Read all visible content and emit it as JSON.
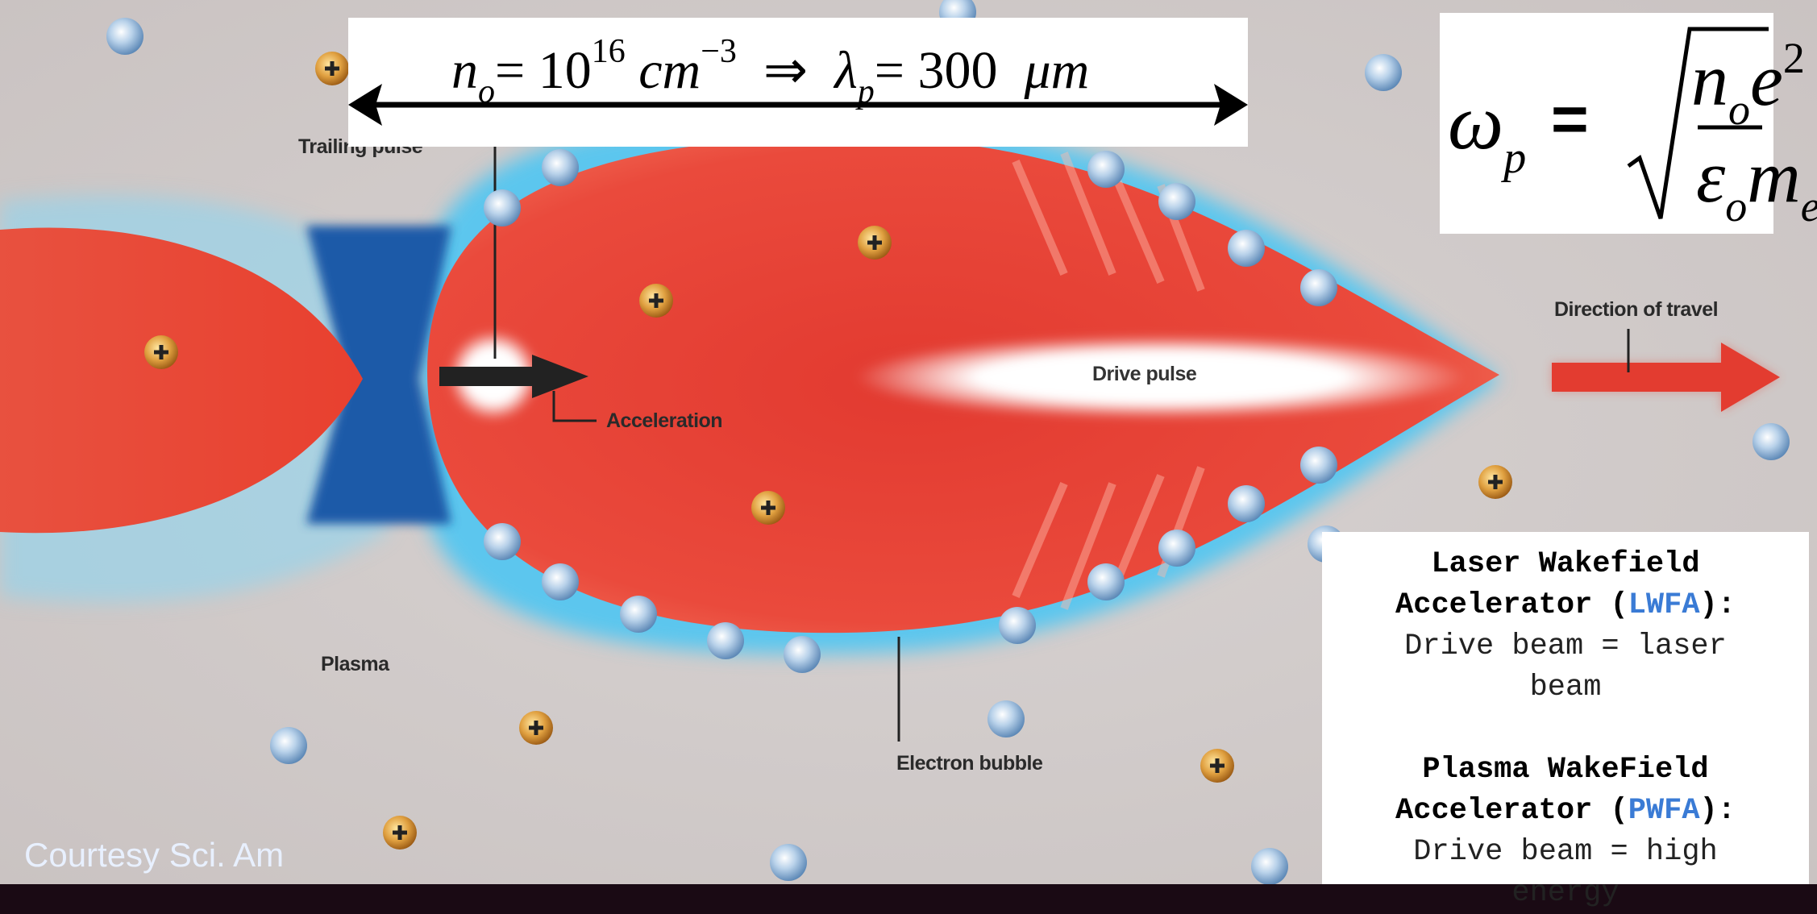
{
  "equation_banner": {
    "density_symbol": "n",
    "density_sub": "o",
    "equals": "=",
    "density_base": "10",
    "density_exp": "16",
    "density_unit": "cm",
    "unit_exp": "−3",
    "implies": "⇒",
    "wavelength_symbol": "λ",
    "wavelength_sub": "p",
    "wavelength_value": "300",
    "wavelength_unit": "μm"
  },
  "plasma_frequency": {
    "lhs_symbol": "ω",
    "lhs_sub": "p",
    "equals": "=",
    "numerator_n": "n",
    "numerator_n_sub": "o",
    "numerator_e": "e",
    "numerator_e_exp": "2",
    "denominator_eps": "ε",
    "denominator_eps_sub": "o",
    "denominator_m": "m",
    "denominator_m_sub": "e"
  },
  "labels": {
    "trailing_pulse": "Trailing pulse",
    "acceleration": "Acceleration",
    "drive_pulse": "Drive pulse",
    "direction_of_travel": "Direction of travel",
    "plasma": "Plasma",
    "electron_bubble": "Electron bubble"
  },
  "info_box": {
    "lwfa_line1": "Laser Wakefield",
    "lwfa_line2_prefix": "Accelerator (",
    "lwfa_acronym": "LWFA",
    "lwfa_line2_suffix": "):",
    "lwfa_desc1": "Drive beam = laser",
    "lwfa_desc2": "beam",
    "pwfa_line1": "Plasma WakeField",
    "pwfa_line2_prefix": "Accelerator (",
    "pwfa_acronym": "PWFA",
    "pwfa_line2_suffix": "):",
    "pwfa_desc1": "Drive beam = high",
    "pwfa_desc2": "energy"
  },
  "credit": "Courtesy Sci. Am",
  "colors": {
    "background": "#d2cccb",
    "bubble_red": "#e8423a",
    "sheath_blue": "#5fc8ee",
    "arrow_red": "#e33c30",
    "acronym_blue": "#3a7bd5"
  }
}
